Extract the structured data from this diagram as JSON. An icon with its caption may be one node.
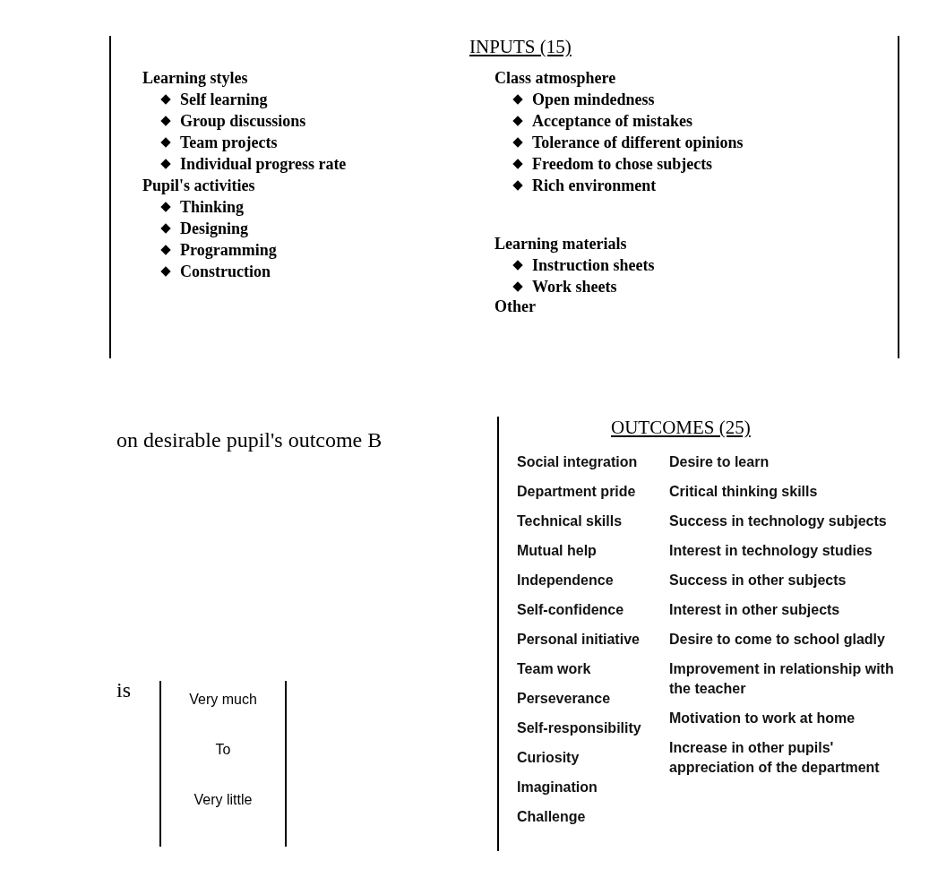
{
  "diagram": {
    "nodes": [
      {
        "text": [
          "INPUTS (15)"
        ]
      },
      {
        "text": [
          "Learning styles",
          "Self learning",
          "Group discussions",
          "Team projects",
          "Individual progress rate"
        ],
        "in": 0
      },
      {
        "text": [
          "Pupil's activities",
          "Thinking",
          "Designing",
          "Programming",
          "Construction"
        ],
        "in": 0
      },
      {
        "text": [
          "Class atmosphere",
          "Open mindedness",
          "Acceptance of mistakes",
          "Tolerance of different opinions",
          "Freedom to chose subjects",
          "Rich environment"
        ],
        "in": 0
      },
      {
        "text": [
          "Learning materials",
          "Instruction sheets",
          "Work sheets"
        ],
        "in": 0
      },
      {
        "text": [
          "Other"
        ],
        "in": 0
      },
      {
        "text": [
          "OUTCOMES (25)"
        ]
      },
      {
        "text": [
          "Social integration",
          "Department pride",
          "Technical skills",
          "Mutual help",
          "Independence",
          "Self-confidence",
          "Personal initiative",
          "Team work",
          "Perseverance",
          "Self-responsibility",
          "Curiosity",
          "Imagination",
          "Challenge"
        ],
        "in": 6
      },
      {
        "text": [
          "Desire to learn",
          "Critical thinking skills",
          "Success in technology subjects",
          "Interest in technology studies",
          "Success in other subjects",
          "Interest in other subjects",
          "Desire to come to school gladly",
          "Improvement in relationship with the teacher",
          "Motivation to work at home",
          "Increase in other pupils' appreciation of the department"
        ],
        "in": 6
      },
      {
        "text": [
          "Very much",
          "To",
          "Very little"
        ]
      }
    ],
    "labels": [
      "on desirable pupil's outcome B",
      "is"
    ]
  }
}
